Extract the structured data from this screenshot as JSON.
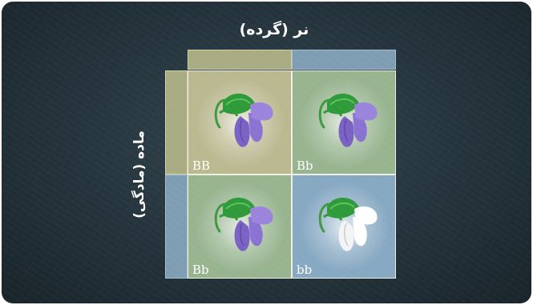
{
  "title_male": "نر (گرده)",
  "title_female": "ماده (مادگی)",
  "cells": [
    {
      "genotype": "BB",
      "flower": "purple"
    },
    {
      "genotype": "Bb",
      "flower": "purple"
    },
    {
      "genotype": "Bb",
      "flower": "purple"
    },
    {
      "genotype": "bb",
      "flower": "white"
    }
  ],
  "colors": {
    "dominant_allele": "#a9ab82",
    "recessive_allele": "#7f9db2",
    "purple_petal": "#7a62c4",
    "white_petal": "#ffffff"
  }
}
